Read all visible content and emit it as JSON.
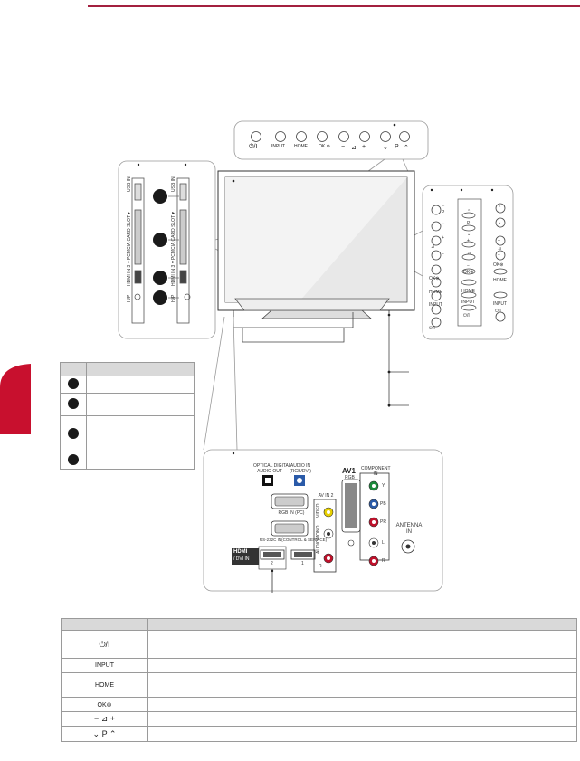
{
  "top_panel": {
    "buttons": [
      {
        "label": "⏻/I"
      },
      {
        "label": "INPUT"
      },
      {
        "label": "HOME"
      },
      {
        "label": "OK ⊛"
      },
      {
        "label": "−"
      },
      {
        "label": "⊿"
      },
      {
        "label": "+"
      },
      {
        "label": "⌄"
      },
      {
        "label": "P"
      },
      {
        "label": "⌃"
      }
    ]
  },
  "side_left": {
    "ports": [
      "USB IN",
      "▼PCMCIA CARD SLOT▼",
      "HDMI IN 3",
      "H/P"
    ]
  },
  "side_right": {
    "col1": [
      "⌃",
      "P",
      "⌄",
      "+",
      "⊿",
      "−",
      "OK⊛",
      "HOME",
      "INPUT",
      "⏻/I"
    ],
    "col2": [
      "⌃",
      "P",
      "⌄",
      "+",
      "⊿",
      "−",
      "OK⊛",
      "HOME",
      "INPUT",
      "⏻/I"
    ],
    "col3": [
      "⌃",
      "⌄",
      "+",
      "⊿",
      "−",
      "OK⊛",
      "HOME",
      "INPUT",
      "⏻/I"
    ]
  },
  "rear_panel": {
    "optical": "OPTICAL DIGITAL\nAUDIO OUT",
    "audio_in": "AUDIO IN\n(RGB/DVI)",
    "rgb_in": "RGB IN (PC)",
    "rs232": "RS-232C IN(CONTROL & SERVICE)",
    "av_in2": "AV IN 2",
    "av1": "AV1",
    "av1_sub": "RGB",
    "component": "COMPONENT\nIN",
    "antenna": "ANTENNA\nIN",
    "hdmi_logo": "HDMI",
    "hdmi_dvi": "/ DVI IN",
    "hdmi_2": "2",
    "hdmi_1": "1",
    "comp_labels": [
      "Y",
      "PB",
      "PR",
      "L",
      "R"
    ],
    "av2_labels": [
      "VIDEO",
      "MONO",
      "AUDIO",
      "R"
    ]
  },
  "bottom_table": {
    "rows": [
      {
        "icon": "⏻/I"
      },
      {
        "icon": "INPUT"
      },
      {
        "icon": "HOME"
      },
      {
        "icon": "OK⊛"
      },
      {
        "icon": "−  ⊿  +"
      },
      {
        "icon": "⌄  P  ⌃"
      }
    ]
  },
  "colors": {
    "accent": "#a3203f",
    "tab": "#c8102e"
  }
}
